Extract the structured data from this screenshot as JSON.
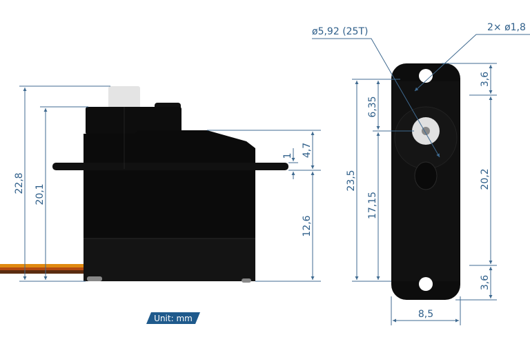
{
  "colors": {
    "dimension": "#2f5f8a",
    "body": "#0b0b0b",
    "badge": "#1f5a8c"
  },
  "side_view": {
    "dims": {
      "overall_height": "22,8",
      "body_height": "20,1",
      "upper_height": "4,7",
      "flange_thickness": "1",
      "lower_height": "12,6"
    }
  },
  "top_view": {
    "dims": {
      "overall_length": "23,5",
      "shaft_offset": "6,35",
      "shaft_to_bottom": "17,15",
      "hole_top": "3,6",
      "hole_spacing": "20,2",
      "hole_bottom": "3,6",
      "width": "8,5"
    },
    "callouts": {
      "spline": "ø5,92 (25T)",
      "holes": "2× ø1,8"
    }
  },
  "unit_badge": "Unit: mm"
}
